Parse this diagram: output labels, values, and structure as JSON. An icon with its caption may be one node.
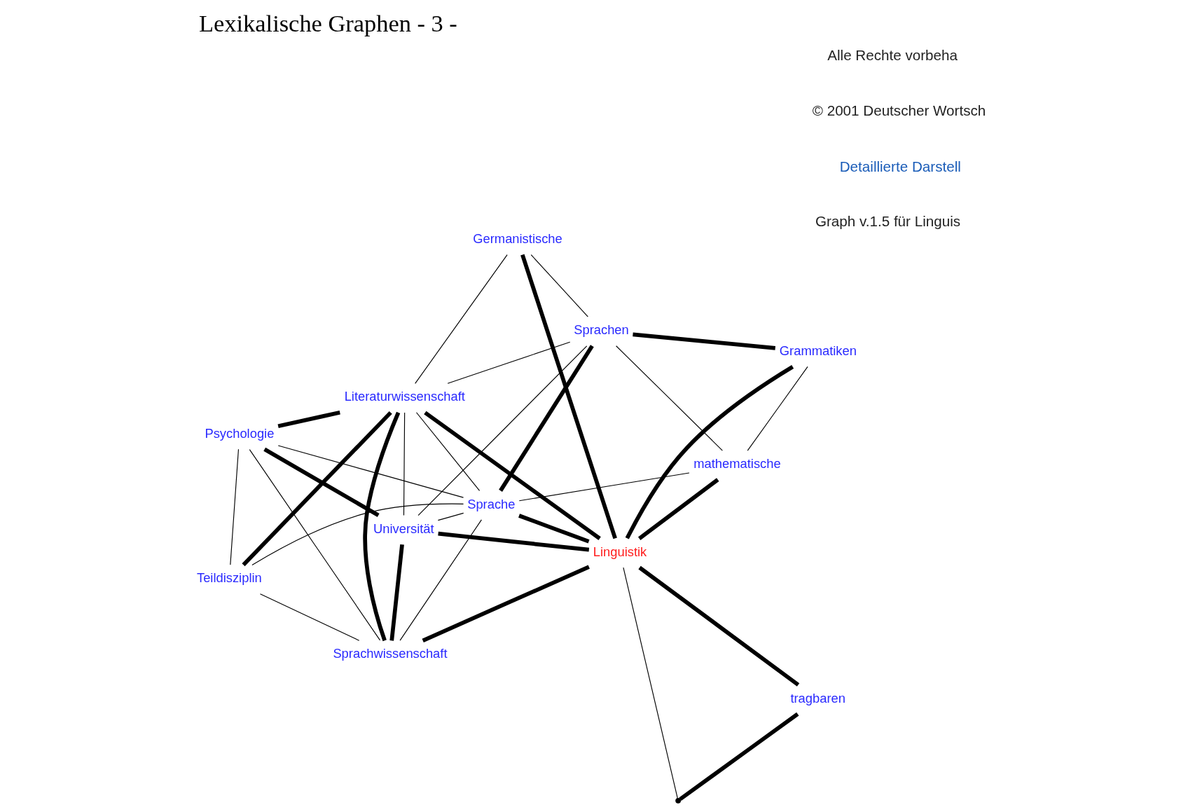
{
  "diagram": {
    "title": "Lexikalische Graphen - 3 -",
    "nodes": [
      {
        "text": [
          "Linguistik"
        ]
      },
      {
        "text": [
          "tragbaren"
        ]
      },
      {
        "text": [],
        "shape": "point"
      },
      {
        "text": [
          "Germanistische"
        ]
      },
      {
        "text": [
          "Grammatiken"
        ]
      },
      {
        "text": [
          "Sprachen"
        ]
      },
      {
        "text": [
          "Universität"
        ]
      },
      {
        "text": [
          "Sprachwissenschaft"
        ]
      },
      {
        "text": [
          "Literaturwissenschaft"
        ]
      },
      {
        "text": [
          "mathematische"
        ]
      },
      {
        "text": [
          "Sprache"
        ]
      },
      {
        "text": [
          "Teildisziplin"
        ]
      },
      {
        "text": [
          "Psychologie"
        ]
      }
    ],
    "edges": [
      {
        "from": 2,
        "to": 1,
        "arrow": "none",
        "style": "thick"
      },
      {
        "from": 1,
        "to": 0,
        "arrow": "none",
        "style": "thick"
      },
      {
        "from": 2,
        "to": 0,
        "arrow": "none"
      },
      {
        "from": 0,
        "to": 3,
        "arrow": "none",
        "style": "thick"
      },
      {
        "from": 0,
        "to": 4,
        "arrow": "none",
        "style": "thick"
      },
      {
        "from": 0,
        "to": 9,
        "arrow": "none",
        "style": "thick"
      },
      {
        "from": 0,
        "to": 10,
        "arrow": "none",
        "style": "thick"
      },
      {
        "from": 0,
        "to": 6,
        "arrow": "none",
        "style": "thick"
      },
      {
        "from": 0,
        "to": 7,
        "arrow": "none",
        "style": "thick"
      },
      {
        "from": 0,
        "to": 8,
        "arrow": "none",
        "style": "thick"
      },
      {
        "from": 3,
        "to": 5,
        "arrow": "none"
      },
      {
        "from": 3,
        "to": 8,
        "arrow": "none"
      },
      {
        "from": 4,
        "to": 5,
        "arrow": "none",
        "style": "thick"
      },
      {
        "from": 4,
        "to": 9,
        "arrow": "none"
      },
      {
        "from": 5,
        "to": 6,
        "arrow": "none"
      },
      {
        "from": 5,
        "to": 10,
        "arrow": "none",
        "style": "thick"
      },
      {
        "from": 5,
        "to": 9,
        "arrow": "none"
      },
      {
        "from": 5,
        "to": 8,
        "arrow": "none"
      },
      {
        "from": 6,
        "to": 7,
        "arrow": "none",
        "style": "thick"
      },
      {
        "from": 6,
        "to": 10,
        "arrow": "none"
      },
      {
        "from": 6,
        "to": 12,
        "arrow": "none",
        "style": "thick"
      },
      {
        "from": 6,
        "to": 8,
        "arrow": "none"
      },
      {
        "from": 7,
        "to": 8,
        "arrow": "none",
        "style": "thick"
      },
      {
        "from": 7,
        "to": 10,
        "arrow": "none"
      },
      {
        "from": 7,
        "to": 12,
        "arrow": "none"
      },
      {
        "from": 7,
        "to": 11,
        "arrow": "none"
      },
      {
        "from": 8,
        "to": 12,
        "arrow": "none",
        "style": "thick"
      },
      {
        "from": 8,
        "to": 11,
        "arrow": "none",
        "style": "thick"
      },
      {
        "from": 8,
        "to": 10,
        "arrow": "none"
      },
      {
        "from": 9,
        "to": 10,
        "arrow": "none"
      },
      {
        "from": 10,
        "to": 11,
        "arrow": "none"
      },
      {
        "from": 10,
        "to": 12,
        "arrow": "none"
      },
      {
        "from": 11,
        "to": 12,
        "arrow": "none"
      }
    ],
    "labels": [
      "Graph v.1.5 für Linguis",
      "Detaillierte Darstell",
      "© 2001 Deutscher Wortsch",
      "Alle Rechte vorbeha"
    ]
  }
}
